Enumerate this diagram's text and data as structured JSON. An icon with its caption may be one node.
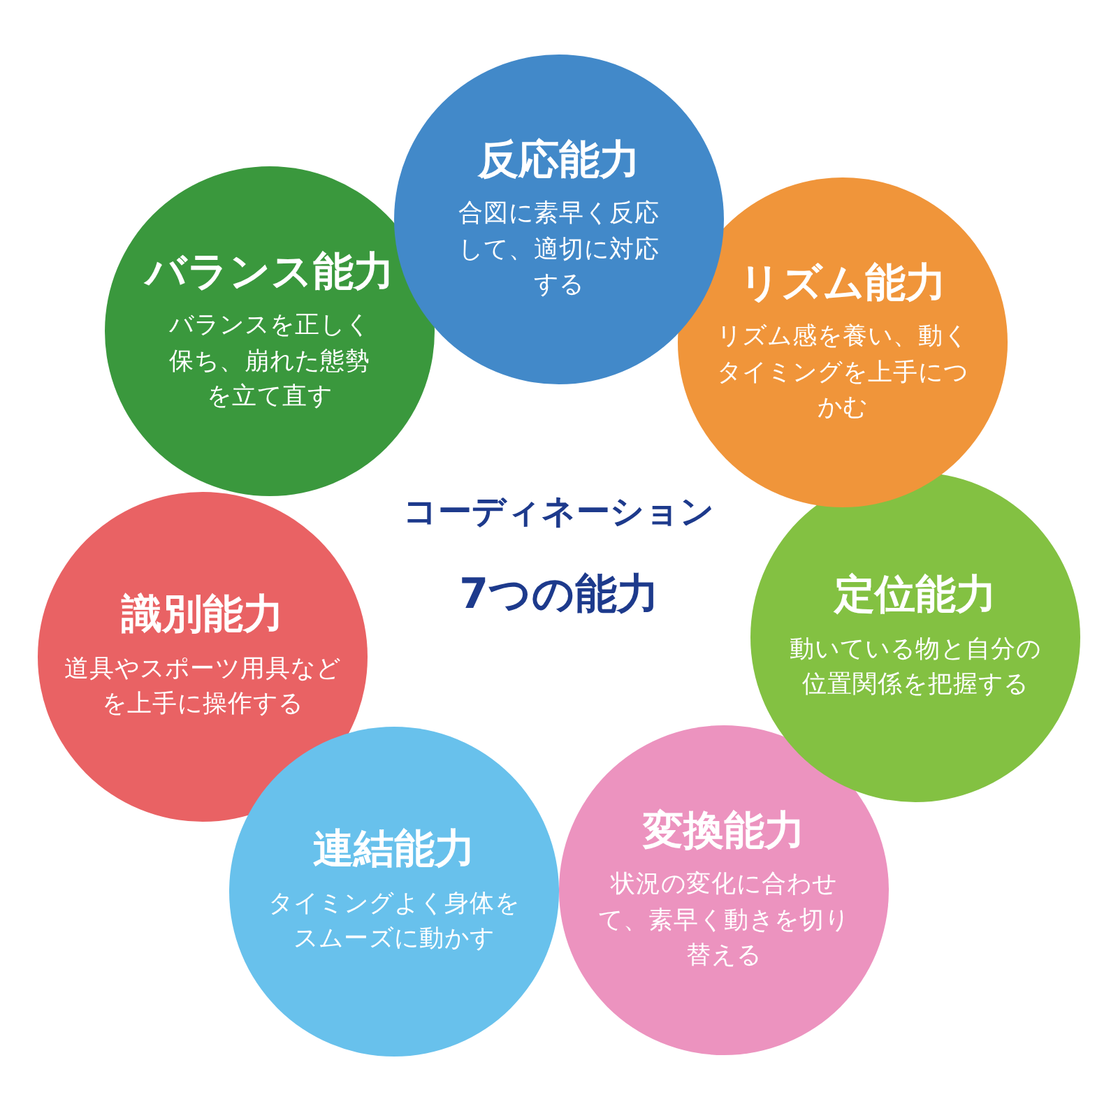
{
  "diagram": {
    "title": "コーディネーション",
    "nodes": [
      {
        "text": [
          "反応能力",
          "合図に素早く反応して、適切に対応する"
        ]
      },
      {
        "text": [
          "リズム能力",
          "リズム感を養い、動くタイミングを上手につかむ"
        ]
      },
      {
        "text": [
          "定位能力",
          "動いている物と自分の位置関係を把握する"
        ]
      },
      {
        "text": [
          "変換能力",
          "状況の変化に合わせて、素早く動きを切り替える"
        ]
      },
      {
        "text": [
          "連結能力",
          "タイミングよく身体をスムーズに動かす"
        ]
      },
      {
        "text": [
          "識別能力",
          "道具やスポーツ用具などを上手に操作する"
        ]
      },
      {
        "text": [
          "バランス能力",
          "バランスを正しく保ち、崩れた態勢を立て直す"
        ]
      }
    ],
    "labels": [
      "7つの能力"
    ]
  }
}
